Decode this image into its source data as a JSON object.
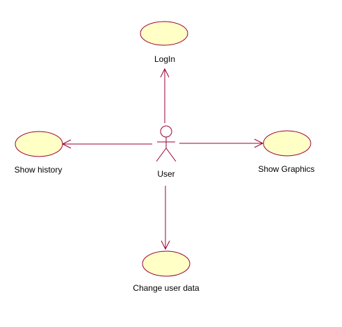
{
  "diagram": {
    "actor": {
      "label": "User"
    },
    "use_cases": [
      {
        "id": "login",
        "label": "LogIn"
      },
      {
        "id": "show-history",
        "label": "Show history"
      },
      {
        "id": "show-graphics",
        "label": "Show Graphics"
      },
      {
        "id": "change-user-data",
        "label": "Change user data"
      }
    ]
  },
  "colors": {
    "ellipse_fill": "#ffffc6",
    "line": "#990033",
    "text": "#000000",
    "background": "#ffffff"
  }
}
